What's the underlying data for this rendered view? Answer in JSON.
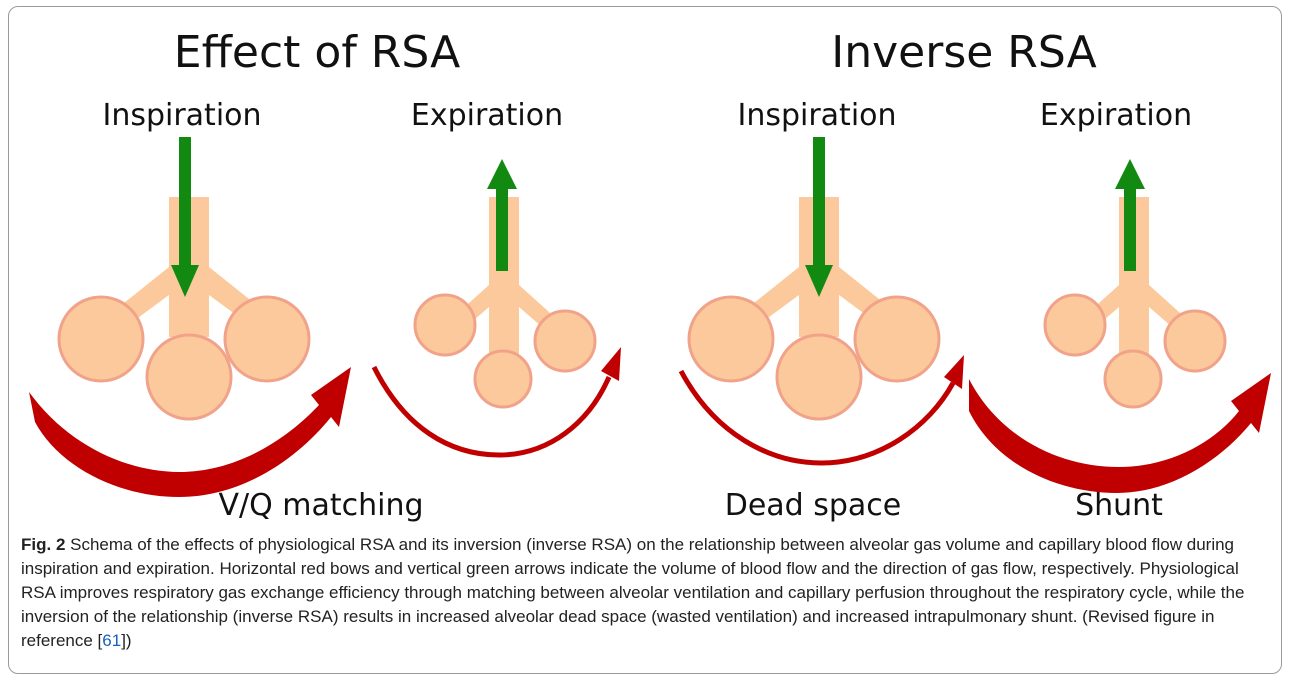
{
  "figure": {
    "panels": [
      {
        "title": "Effect of RSA",
        "phases": [
          {
            "label": "Inspiration",
            "gas_flow": "in",
            "blood_flow": "large"
          },
          {
            "label": "Expiration",
            "gas_flow": "out",
            "blood_flow": "small"
          }
        ],
        "outcomes": [
          "V/Q matching"
        ]
      },
      {
        "title": "Inverse RSA",
        "phases": [
          {
            "label": "Inspiration",
            "gas_flow": "in",
            "blood_flow": "small"
          },
          {
            "label": "Expiration",
            "gas_flow": "out",
            "blood_flow": "large"
          }
        ],
        "outcomes": [
          "Dead space",
          "Shunt"
        ]
      }
    ],
    "colors": {
      "alveoli_fill": "#fcc99c",
      "alveoli_stroke": "#f1a38a",
      "blood_flow_bow": "#c00000",
      "gas_flow_arrow": "#128a12"
    }
  },
  "caption": {
    "label": "Fig. 2",
    "text_before_ref": " Schema of the effects of physiological RSA and its inversion (inverse RSA) on the relationship between alveolar gas volume and capillary blood flow during inspiration and expiration. Horizontal red bows and vertical green arrows indicate the volume of blood flow and the direction of gas flow, respectively. Physiological RSA improves respiratory gas exchange efficiency through matching between alveolar ventilation and capillary perfusion throughout the respiratory cycle, while the inversion of the relationship (inverse RSA) results in increased alveolar dead space (wasted ventilation) and increased intrapulmonary shunt. (Revised figure in reference [",
    "reference": "61",
    "text_after_ref": "])"
  }
}
